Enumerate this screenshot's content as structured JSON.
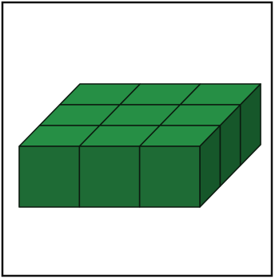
{
  "figure": {
    "shape": "rectangular prism built from unit cubes",
    "cubes_wide": 3,
    "cubes_deep": 3,
    "cubes_high": 1,
    "colors": {
      "front": "#1e6b35",
      "top": "#268f45",
      "side": "#16572a",
      "edge": "#0b1a0f",
      "border": "#111111",
      "background": "#ffffff"
    }
  }
}
